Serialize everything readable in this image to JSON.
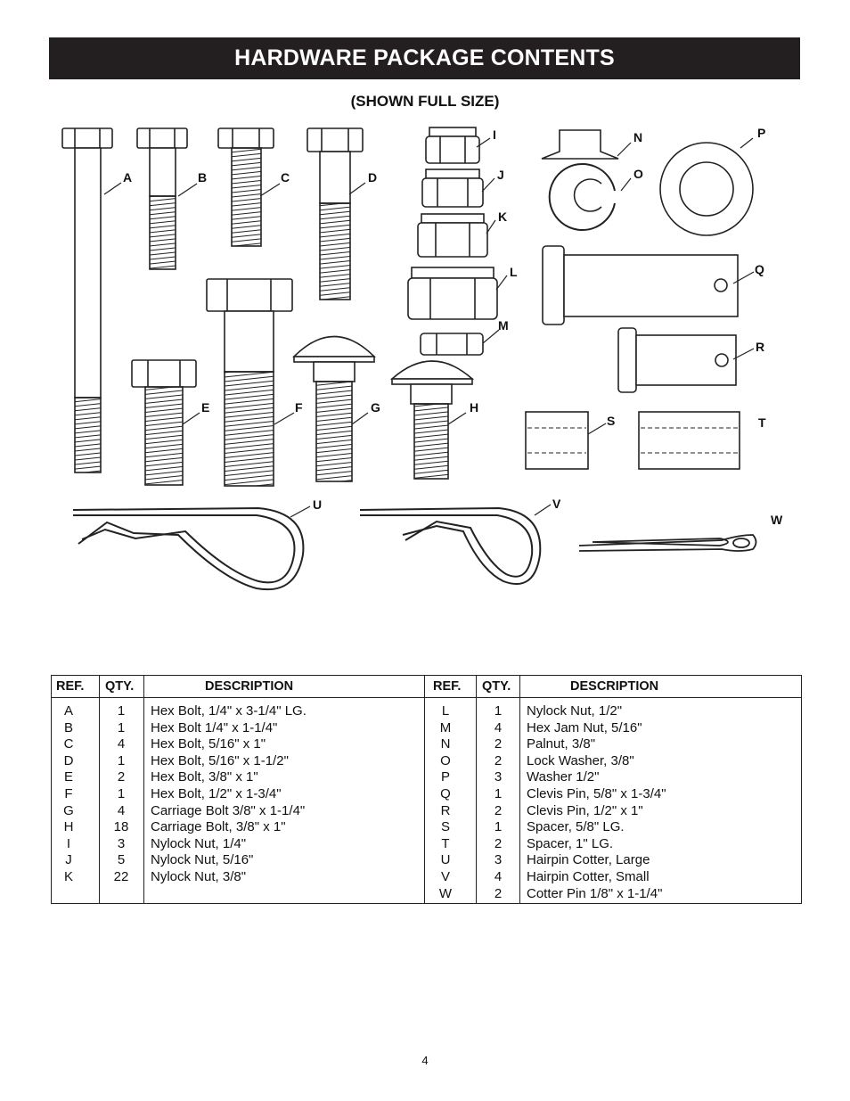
{
  "header": {
    "title": "HARDWARE PACKAGE CONTENTS",
    "subtitle": "(SHOWN FULL SIZE)"
  },
  "illustration_labels": [
    "A",
    "B",
    "C",
    "D",
    "E",
    "F",
    "G",
    "H",
    "I",
    "J",
    "K",
    "L",
    "M",
    "N",
    "O",
    "P",
    "Q",
    "R",
    "S",
    "T",
    "U",
    "V",
    "W"
  ],
  "table": {
    "headers": {
      "ref": "REF.",
      "qty": "QTY.",
      "description": "DESCRIPTION"
    },
    "left": [
      {
        "ref": "A",
        "qty": "1",
        "desc": "Hex Bolt, 1/4\" x 3-1/4\" LG."
      },
      {
        "ref": "B",
        "qty": "1",
        "desc": "Hex Bolt 1/4\" x 1-1/4\""
      },
      {
        "ref": "C",
        "qty": "4",
        "desc": "Hex Bolt, 5/16\" x 1\""
      },
      {
        "ref": "D",
        "qty": "1",
        "desc": "Hex Bolt, 5/16\" x 1-1/2\""
      },
      {
        "ref": "E",
        "qty": "2",
        "desc": "Hex Bolt, 3/8\" x 1\""
      },
      {
        "ref": "F",
        "qty": "1",
        "desc": "Hex Bolt, 1/2\" x 1-3/4\""
      },
      {
        "ref": "G",
        "qty": "4",
        "desc": "Carriage Bolt 3/8\" x 1-1/4\""
      },
      {
        "ref": "H",
        "qty": "18",
        "desc": "Carriage Bolt, 3/8\" x 1\""
      },
      {
        "ref": "I",
        "qty": "3",
        "desc": "Nylock Nut, 1/4\""
      },
      {
        "ref": "J",
        "qty": "5",
        "desc": "Nylock Nut, 5/16\""
      },
      {
        "ref": "K",
        "qty": "22",
        "desc": "Nylock Nut, 3/8\""
      }
    ],
    "right": [
      {
        "ref": "L",
        "qty": "1",
        "desc": "Nylock Nut, 1/2\""
      },
      {
        "ref": "M",
        "qty": "4",
        "desc": "Hex Jam Nut, 5/16\""
      },
      {
        "ref": "N",
        "qty": "2",
        "desc": "Palnut, 3/8\""
      },
      {
        "ref": "O",
        "qty": "2",
        "desc": "Lock Washer, 3/8\""
      },
      {
        "ref": "P",
        "qty": "3",
        "desc": "Washer 1/2\""
      },
      {
        "ref": "Q",
        "qty": "1",
        "desc": "Clevis Pin, 5/8\" x 1-3/4\""
      },
      {
        "ref": "R",
        "qty": "2",
        "desc": "Clevis Pin, 1/2\" x 1\""
      },
      {
        "ref": "S",
        "qty": "1",
        "desc": "Spacer, 5/8\" LG."
      },
      {
        "ref": "T",
        "qty": "2",
        "desc": "Spacer, 1\" LG."
      },
      {
        "ref": "U",
        "qty": "3",
        "desc": "Hairpin Cotter, Large"
      },
      {
        "ref": "V",
        "qty": "4",
        "desc": "Hairpin Cotter, Small"
      },
      {
        "ref": "W",
        "qty": "2",
        "desc": "Cotter Pin 1/8\" x 1-1/4\""
      }
    ]
  },
  "page_number": "4"
}
